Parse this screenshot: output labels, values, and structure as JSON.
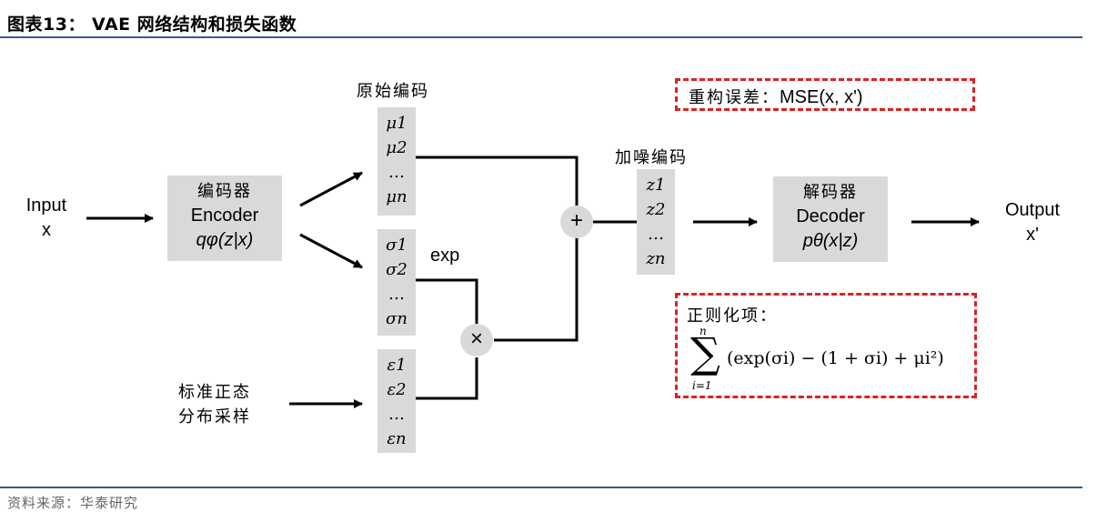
{
  "header": {
    "title": "图表13： VAE 网络结构和损失函数"
  },
  "footer": {
    "source": "资料来源：华泰研究"
  },
  "diagram": {
    "input": {
      "line1": "Input",
      "line2": "x"
    },
    "encoder": {
      "cn": "编码器",
      "en": "Encoder",
      "formula": "qφ(z|x)"
    },
    "raw_code_label": "原始编码",
    "mu_vector": [
      "μ1",
      "μ2",
      "…",
      "μn"
    ],
    "sigma_vector": [
      "σ1",
      "σ2",
      "…",
      "σn"
    ],
    "exp_label": "exp",
    "noise_source": {
      "line1": "标准正态",
      "line2": "分布采样"
    },
    "eps_vector": [
      "ε1",
      "ε2",
      "…",
      "εn"
    ],
    "plus_symbol": "+",
    "times_symbol": "×",
    "noisy_code_label": "加噪编码",
    "z_vector": [
      "z1",
      "z2",
      "…",
      "zn"
    ],
    "decoder": {
      "cn": "解码器",
      "en": "Decoder",
      "formula": "pθ(x|z)"
    },
    "output": {
      "line1": "Output",
      "line2": "x'"
    },
    "recon_loss": {
      "label": "重构误差：",
      "formula": "MSE(x, x')"
    },
    "reg_loss": {
      "label": "正则化项：",
      "sum_top": "n",
      "sum_symbol": "∑",
      "sum_bottom": "i=1",
      "expression": "(exp(σi) − (1 + σi) + μi²)"
    }
  },
  "colors": {
    "block": "#d9d9d9",
    "dashed_border": "#e02020",
    "rule": "#3c5a8a"
  }
}
